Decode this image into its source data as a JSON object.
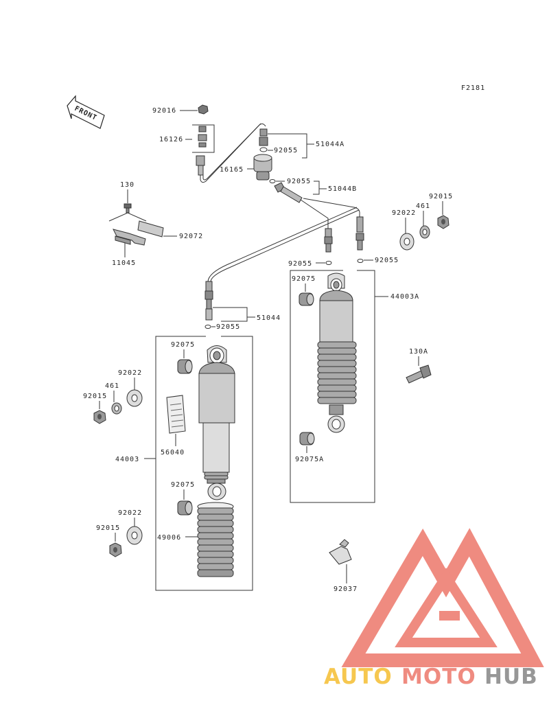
{
  "figure_code": "F2181",
  "direction_label": "FRONT",
  "parts": {
    "p92016": "92016",
    "p16126": "16126",
    "p16165": "16165",
    "p92055_a": "92055",
    "p51044A": "51044A",
    "p92055_b": "92055",
    "p51044B": "51044B",
    "p130": "130",
    "p92072": "92072",
    "p11045": "11045",
    "p92022_r": "92022",
    "p461_r": "461",
    "p92015_r": "92015",
    "p92055_c": "92055",
    "p92055_d": "92055",
    "p92075_r": "92075",
    "p44003A": "44003A",
    "p130A": "130A",
    "p92075A": "92075A",
    "p51044": "51044",
    "p92055_e": "92055",
    "p92075_l1": "92075",
    "p92022_l1": "92022",
    "p461_l": "461",
    "p92015_l1": "92015",
    "p56040": "56040",
    "p44003": "44003",
    "p92075_l2": "92075",
    "p92022_l2": "92022",
    "p92015_l2": "92015",
    "p49006": "49006",
    "p92037": "92037"
  },
  "logo": {
    "part1": "AUTO",
    "part2": "MOTO",
    "part3": "HUB",
    "colors": {
      "orange": "#f6c23c",
      "red": "#ee7f73",
      "gray": "#8c8c8c"
    }
  }
}
